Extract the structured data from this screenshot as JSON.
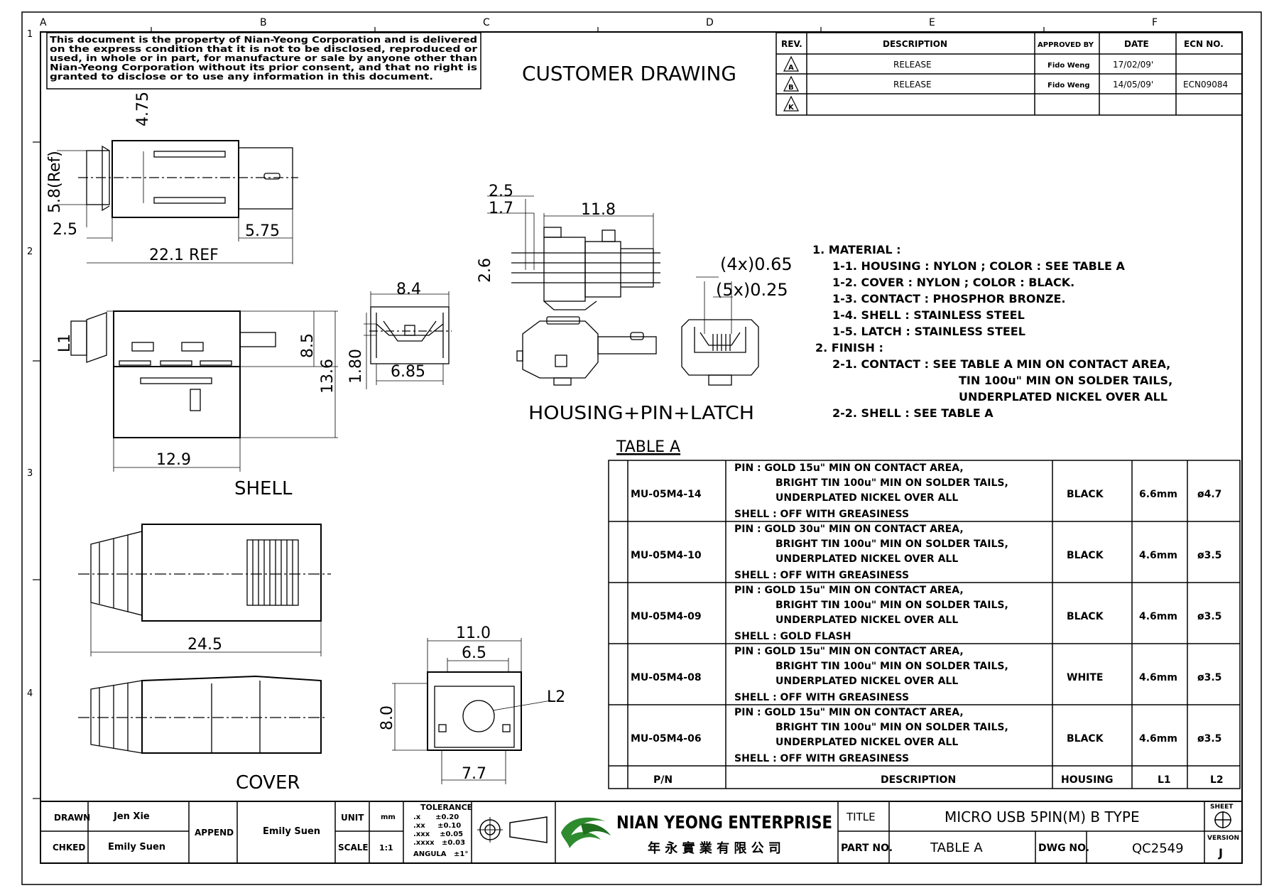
{
  "border": {
    "col_letters": [
      "A",
      "B",
      "C",
      "D",
      "E",
      "F"
    ],
    "row_numbers": [
      "1",
      "2",
      "3",
      "4"
    ]
  },
  "disclaimer": [
    "This document is the property of Nian-Yeong Corporation and is delivered",
    "on  the  express condition that it is not to be disclosed, reproduced or",
    "used, in whole or in part, for manufacture or sale by anyone other than",
    "Nian-Yeong Corporation without  its prior consent, and that  no right  is",
    "granted to disclose or to use any information in this  document."
  ],
  "doc_heading": "CUSTOMER DRAWING",
  "revision_table": {
    "headers": [
      "REV.",
      "DESCRIPTION",
      "APPROVED BY",
      "DATE",
      "ECN NO."
    ],
    "rows": [
      {
        "rev": "A",
        "description": "RELEASE",
        "approved": "Fido Weng",
        "date": "17/02/09'",
        "ecn": ""
      },
      {
        "rev": "B",
        "description": "RELEASE",
        "approved": "Fido Weng",
        "date": "14/05/09'",
        "ecn": "ECN09084"
      },
      {
        "rev": "K",
        "description": "",
        "approved": "",
        "date": "",
        "ecn": ""
      }
    ]
  },
  "dimensions": {
    "top_left": {
      "d475": "4.75",
      "d58ref": "5.8(Ref)",
      "d25": "2.5",
      "d575": "5.75",
      "d221": "22.1 REF"
    },
    "shell_side": {
      "l1": "L1",
      "d85": "8.5",
      "d136": "13.6",
      "d129": "12.9"
    },
    "shell_end": {
      "d84": "8.4",
      "d180": "1.80",
      "d685": "6.85"
    },
    "housing": {
      "d25": "2.5",
      "d17": "1.7",
      "d118": "11.8",
      "d26": "2.6",
      "d065": "(4x)0.65",
      "d025": "(5x)0.25"
    },
    "cover_top": {
      "d245": "24.5"
    },
    "cover_end": {
      "d110": "11.0",
      "d65": "6.5",
      "d80": "8.0",
      "d77": "7.7",
      "l2": "L2"
    }
  },
  "view_labels": {
    "shell": "SHELL",
    "housing": "HOUSING+PIN+LATCH",
    "cover": "COVER"
  },
  "notes": [
    "1. MATERIAL :",
    "1-1. HOUSING : NYLON ; COLOR : SEE TABLE A",
    "1-2. COVER : NYLON ; COLOR : BLACK.",
    "1-3. CONTACT : PHOSPHOR BRONZE.",
    "1-4. SHELL : STAINLESS STEEL",
    "1-5. LATCH : STAINLESS STEEL",
    "2. FINISH :",
    "2-1. CONTACT : SEE TABLE A MIN ON CONTACT AREA,",
    "TIN 100u\" MIN ON SOLDER TAILS,",
    "UNDERPLATED NICKEL OVER ALL",
    "2-2. SHELL : SEE TABLE A"
  ],
  "table_a": {
    "title": "TABLE A",
    "headers": {
      "pn": "P/N",
      "description": "DESCRIPTION",
      "housing": "HOUSING",
      "l1": "L1",
      "l2": "L2"
    },
    "rows": [
      {
        "pn": "MU-05M4-14",
        "pin": [
          "PIN : GOLD 15u\" MIN ON CONTACT AREA,",
          "BRIGHT TIN 100u\" MIN ON SOLDER TAILS,",
          "UNDERPLATED NICKEL OVER ALL"
        ],
        "shell": "SHELL : OFF WITH GREASINESS",
        "housing": "BLACK",
        "l1": "6.6mm",
        "l2": "ø4.7"
      },
      {
        "pn": "MU-05M4-10",
        "pin": [
          "PIN : GOLD 30u\" MIN ON CONTACT AREA,",
          "BRIGHT TIN 100u\" MIN ON SOLDER TAILS,",
          "UNDERPLATED NICKEL OVER ALL"
        ],
        "shell": "SHELL : OFF WITH GREASINESS",
        "housing": "BLACK",
        "l1": "4.6mm",
        "l2": "ø3.5"
      },
      {
        "pn": "MU-05M4-09",
        "pin": [
          "PIN : GOLD 15u\" MIN ON CONTACT AREA,",
          "BRIGHT TIN 100u\" MIN ON SOLDER TAILS,",
          "UNDERPLATED NICKEL OVER ALL"
        ],
        "shell": "SHELL : GOLD FLASH",
        "housing": "BLACK",
        "l1": "4.6mm",
        "l2": "ø3.5"
      },
      {
        "pn": "MU-05M4-08",
        "pin": [
          "PIN : GOLD 15u\" MIN ON CONTACT AREA,",
          "BRIGHT TIN 100u\" MIN ON SOLDER TAILS,",
          "UNDERPLATED NICKEL OVER ALL"
        ],
        "shell": "SHELL : OFF WITH GREASINESS",
        "housing": "WHITE",
        "l1": "4.6mm",
        "l2": "ø3.5"
      },
      {
        "pn": "MU-05M4-06",
        "pin": [
          "PIN : GOLD 15u\" MIN ON CONTACT AREA,",
          "BRIGHT TIN 100u\" MIN ON SOLDER TAILS,",
          "UNDERPLATED NICKEL OVER ALL"
        ],
        "shell": "SHELL : OFF WITH GREASINESS",
        "housing": "BLACK",
        "l1": "4.6mm",
        "l2": "ø3.5"
      }
    ]
  },
  "title_block": {
    "drawn_label": "DRAWN",
    "drawn": "Jen Xie",
    "chkd_label": "CHKED",
    "chkd": "Emily Suen",
    "append_label": "APPEND",
    "append": "Emily Suen",
    "unit_label": "UNIT",
    "unit": "mm",
    "scale_label": "SCALE",
    "scale": "1:1",
    "tolerance_title": "TOLERANCE",
    "tolerance_rows": [
      ".x      ±0.20",
      ".xx     ±0.10",
      ".xxx    ±0.05",
      ".xxxx   ±0.03",
      "ANGULA   ±1°"
    ],
    "company": "NIAN YEONG ENTERPRISE",
    "company_cn": "年 永 實 業 有 限 公 司",
    "title_label": "TITLE",
    "title": "MICRO USB 5PIN(M) B TYPE",
    "partno_label": "PART NO.",
    "partno": "TABLE A",
    "dwg_label": "DWG NO.",
    "dwg": "QC2549",
    "sheet_label": "SHEET",
    "version_label": "VERSION",
    "version": "J"
  }
}
